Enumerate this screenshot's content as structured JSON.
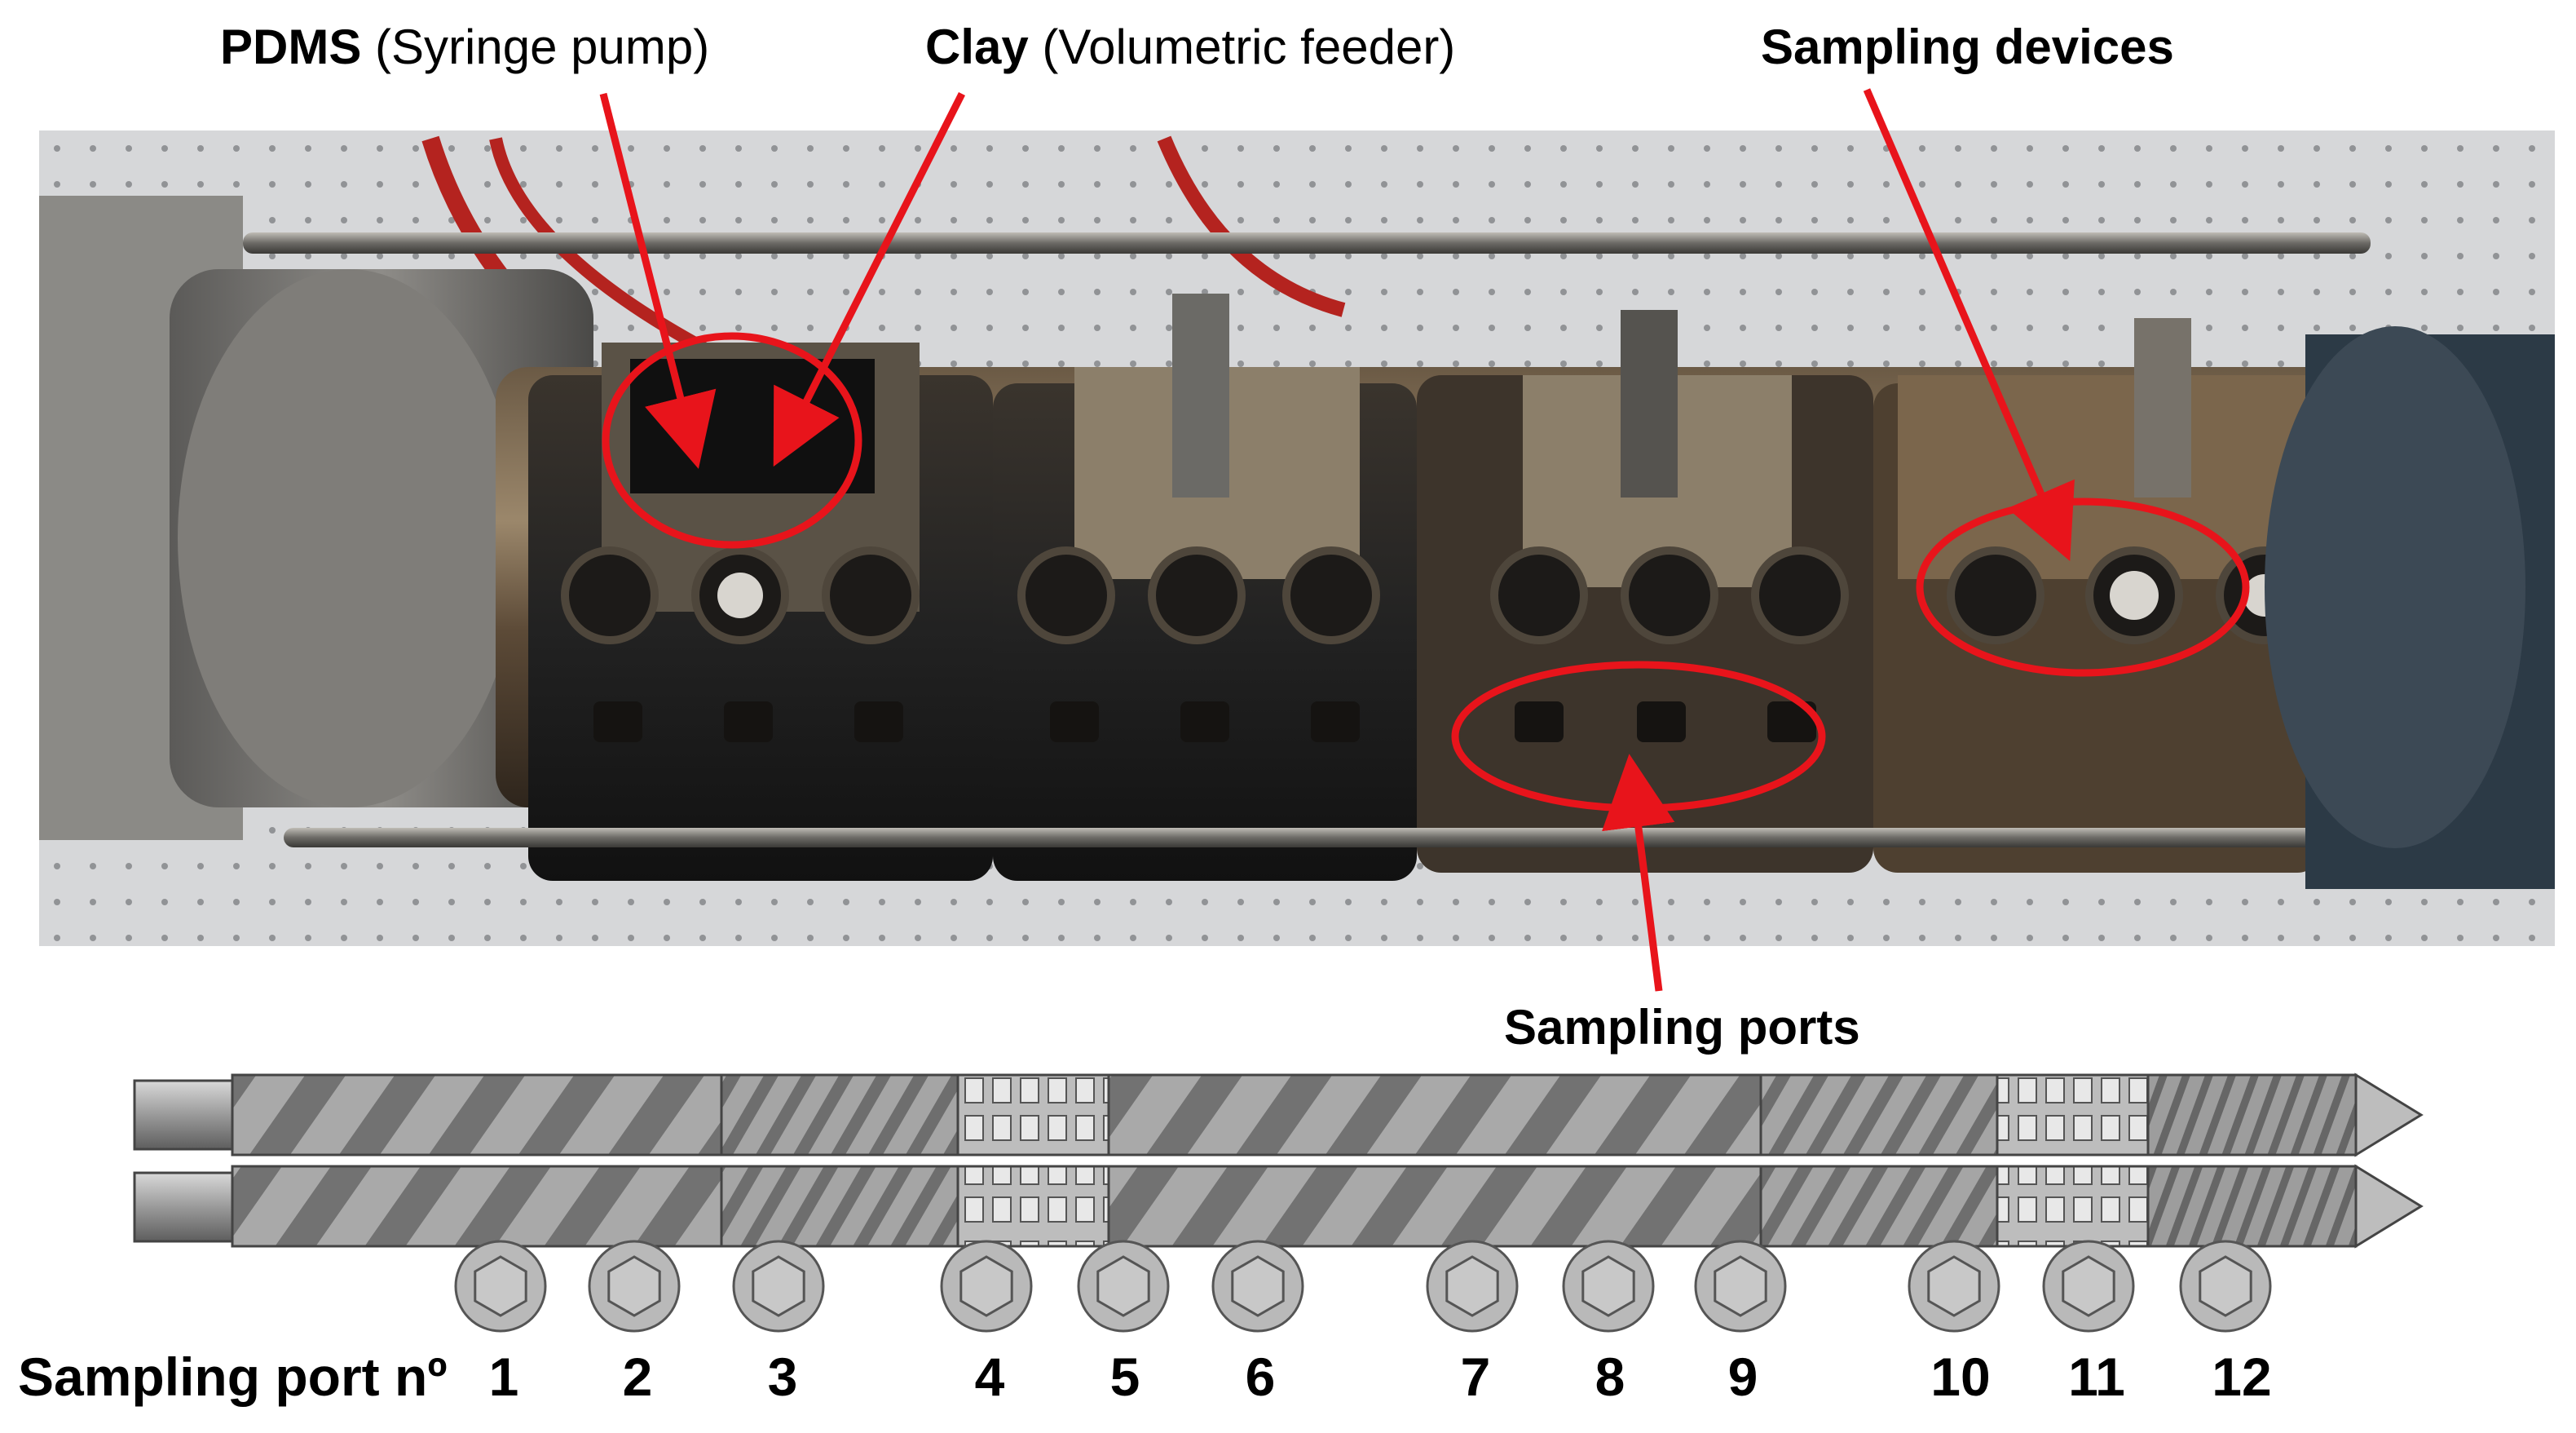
{
  "labels": {
    "pdms_bold": "PDMS",
    "pdms_rest": " (Syringe pump)",
    "clay_bold": "Clay",
    "clay_rest": " (Volumetric feeder)",
    "sampling_devices": "Sampling devices",
    "sampling_ports": "Sampling ports",
    "sampling_port_no": "Sampling port nº"
  },
  "ports": [
    "1",
    "2",
    "3",
    "4",
    "5",
    "6",
    "7",
    "8",
    "9",
    "10",
    "11",
    "12"
  ],
  "colors": {
    "annotation_red": "#e8141b",
    "screw_gray": "#9a9a9a",
    "port_fill": "#b9b9b9"
  }
}
